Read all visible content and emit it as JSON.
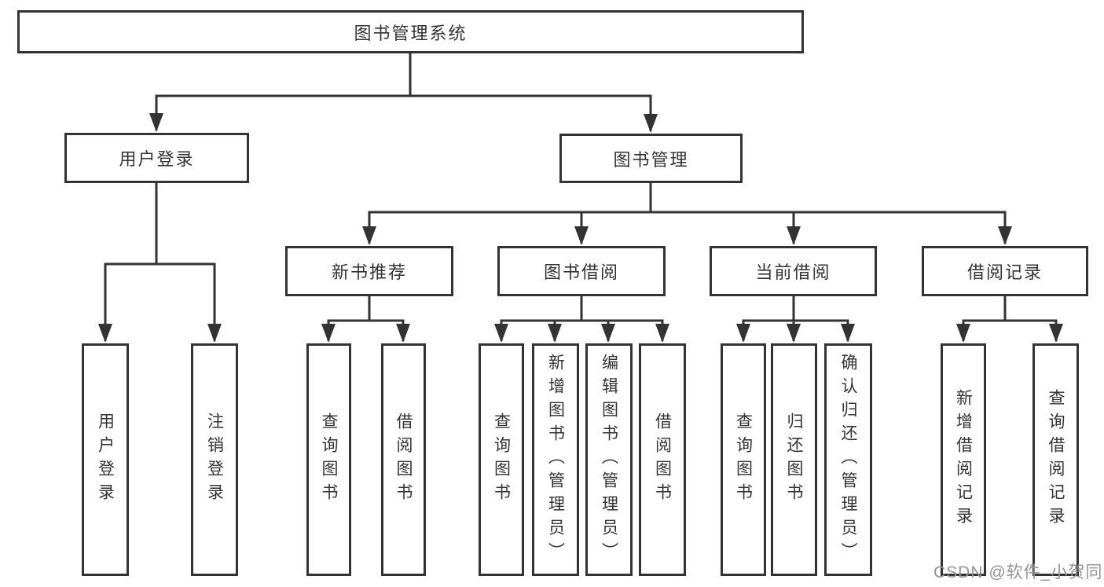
{
  "tree": {
    "label": "图书管理系统",
    "children": [
      {
        "label": "用户登录",
        "children": [
          {
            "label": "用户登录"
          },
          {
            "label": "注销登录"
          }
        ]
      },
      {
        "label": "图书管理",
        "children": [
          {
            "label": "新书推荐",
            "children": [
              {
                "label": "查询图书"
              },
              {
                "label": "借阅图书"
              }
            ]
          },
          {
            "label": "图书借阅",
            "children": [
              {
                "label": "查询图书"
              },
              {
                "label": "新增图书（管理员）"
              },
              {
                "label": "编辑图书（管理员）"
              },
              {
                "label": "借阅图书"
              }
            ]
          },
          {
            "label": "当前借阅",
            "children": [
              {
                "label": "查询图书"
              },
              {
                "label": "归还图书"
              },
              {
                "label": "确认归还（管理员）"
              }
            ]
          },
          {
            "label": "借阅记录",
            "children": [
              {
                "label": "新增借阅记录"
              },
              {
                "label": "查询借阅记录"
              }
            ]
          }
        ]
      }
    ]
  },
  "watermark": {
    "text": "CSDN @软件_小贺同学"
  },
  "colors": {
    "line": "#333333",
    "text": "#333333",
    "watermark": "#949494",
    "background": "#ffffff"
  }
}
